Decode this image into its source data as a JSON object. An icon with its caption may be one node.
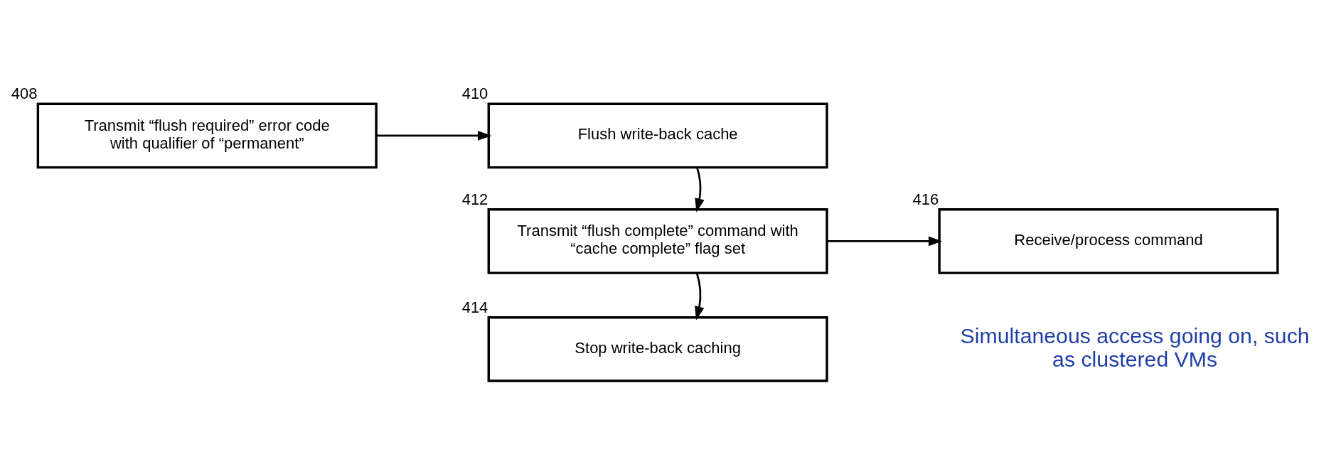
{
  "diagram": {
    "nodes": [
      {
        "text": [
          "Flush write-back cache"
        ],
        "beside": [
          "410"
        ]
      },
      {
        "text": [
          "Transmit “flush complete” command with “cache complete” flag set"
        ],
        "beside": [
          "412"
        ]
      },
      {
        "text": [
          "Stop write-back caching"
        ],
        "beside": [
          "414"
        ]
      },
      {
        "text": [
          "Transmit “flush required” error code with qualifier of “permanent”"
        ],
        "beside": [
          "408"
        ]
      },
      {
        "text": [
          "Receive/process command"
        ],
        "beside": [
          "416"
        ]
      }
    ],
    "edges": [
      {
        "from": 3,
        "to": 0,
        "arrow": "to"
      },
      {
        "from": 0,
        "to": 1,
        "arrow": "to"
      },
      {
        "from": 1,
        "to": 4,
        "arrow": "to"
      },
      {
        "from": 1,
        "to": 2,
        "arrow": "to"
      }
    ],
    "labels": [
      "Simultaneous access going on, such as clustered VMs"
    ]
  }
}
